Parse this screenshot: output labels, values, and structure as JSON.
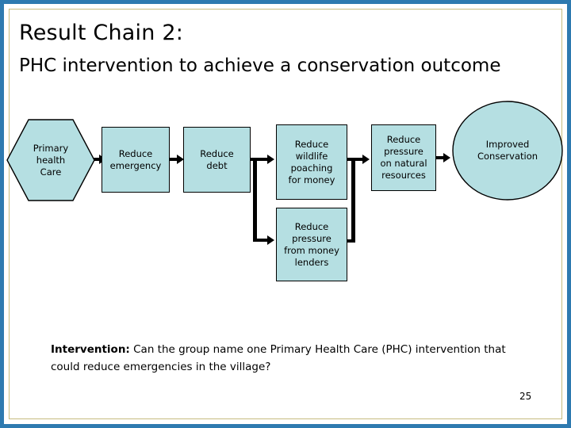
{
  "slide": {
    "title": "Result Chain 2:",
    "subtitle": "PHC intervention to achieve a conservation outcome",
    "page_number": "25",
    "colors": {
      "outer_border": "#2e7ab0",
      "inner_border": "#c6bb7e",
      "node_fill": "#b5dfe2",
      "node_stroke": "#000000",
      "background": "#ffffff"
    }
  },
  "chart_data": {
    "type": "diagram",
    "title": "Result Chain 2: PHC intervention to achieve a conservation outcome",
    "nodes": [
      {
        "id": "phc",
        "label": "Primary\nhealth\nCare",
        "shape": "hexagon"
      },
      {
        "id": "emergency",
        "label": "Reduce\nemergency",
        "shape": "rect"
      },
      {
        "id": "debt",
        "label": "Reduce\ndebt",
        "shape": "rect"
      },
      {
        "id": "poaching",
        "label": "Reduce\nwildlife\npoaching\nfor money",
        "shape": "rect"
      },
      {
        "id": "lenders",
        "label": "Reduce\npressure\nfrom money\nlenders",
        "shape": "rect"
      },
      {
        "id": "natural",
        "label": "Reduce\npressure\non natural\nresources",
        "shape": "rect"
      },
      {
        "id": "conservation",
        "label": "Improved\nConservation",
        "shape": "circle"
      }
    ],
    "edges": [
      {
        "from": "phc",
        "to": "emergency"
      },
      {
        "from": "emergency",
        "to": "debt"
      },
      {
        "from": "debt",
        "to": "poaching"
      },
      {
        "from": "debt",
        "to": "lenders"
      },
      {
        "from": "poaching",
        "to": "natural"
      },
      {
        "from": "lenders",
        "to": "natural"
      },
      {
        "from": "natural",
        "to": "conservation"
      }
    ]
  },
  "footer": {
    "intervention_label": "Intervention:",
    "intervention_text": " Can the group name one Primary Health Care (PHC) intervention that could reduce emergencies in the village?"
  }
}
